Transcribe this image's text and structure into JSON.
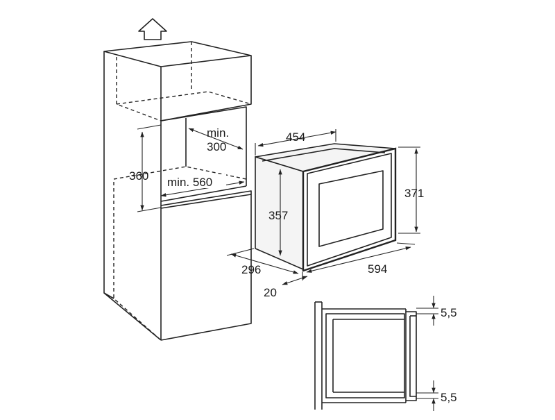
{
  "dimensions": {
    "oven_depth": "454",
    "niche_depth_min_label": "min.",
    "niche_depth_min_value": "300",
    "niche_height": "360",
    "niche_width_label": "min. 560",
    "oven_height": "357",
    "oven_total_height": "371",
    "door_depth": "296",
    "oven_width": "594",
    "frame_depth": "20",
    "gap_top": "5,5",
    "gap_bottom": "5,5"
  },
  "icons": {
    "ventilation": "arrow-up-outline-icon"
  }
}
